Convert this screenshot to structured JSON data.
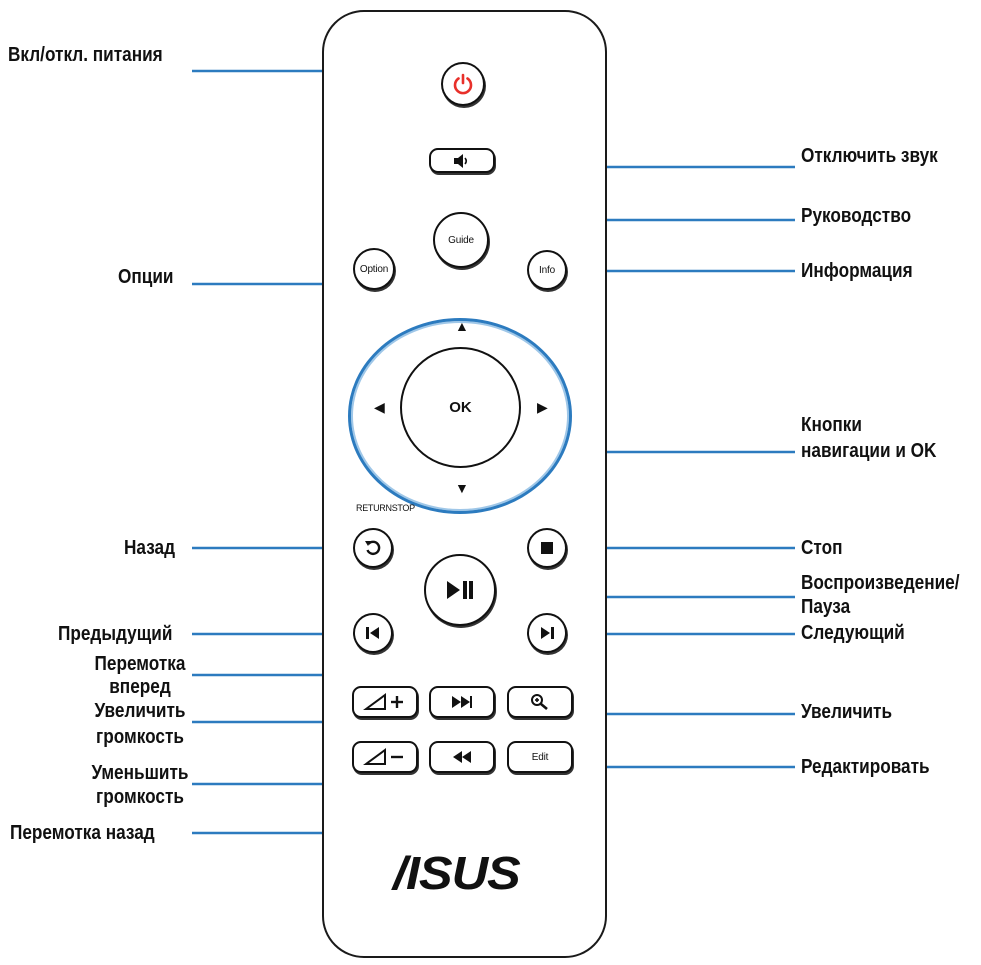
{
  "labels": {
    "power": "Вкл/откл. питания",
    "mute": "Отключить звук",
    "guide": "Руководство",
    "options": "Опции",
    "info": "Информация",
    "nav_line1": "Кнопки",
    "nav_line2": "навигации и OK",
    "back": "Назад",
    "stop": "Стоп",
    "playpause_line1": "Воспроизведение/",
    "playpause_line2": "Пауза",
    "prev": "Предыдущий",
    "next": "Следующий",
    "ff_line1": "Перемотка",
    "ff_line2": "вперед",
    "volup_line1": "Увеличить",
    "volup_line2": "громкость",
    "zoom": "Увеличить",
    "voldown_line1": "Уменьшить",
    "voldown_line2": "громкость",
    "edit": "Редактировать",
    "rew": "Перемотка назад"
  },
  "remote": {
    "guide_btn": "Guide",
    "option_btn": "Option",
    "info_btn": "Info",
    "ok_btn": "OK",
    "return_stop_caption": "RETURNSTOP",
    "edit_btn": "Edit",
    "logo": "/ISUS"
  },
  "colors": {
    "power_red": "#e8302a",
    "callout_blue": "#2c7bbf"
  },
  "icons": {
    "power": "power-icon",
    "mute": "speaker-icon",
    "back": "return-arrow-icon",
    "stop": "stop-square-icon",
    "play_pause": "play-pause-icon",
    "prev": "skip-previous-icon",
    "next": "skip-next-icon",
    "vol_up": "volume-up-icon",
    "vol_down": "volume-down-icon",
    "fast_forward": "fast-forward-icon",
    "rewind": "rewind-icon",
    "zoom": "magnifier-icon"
  }
}
